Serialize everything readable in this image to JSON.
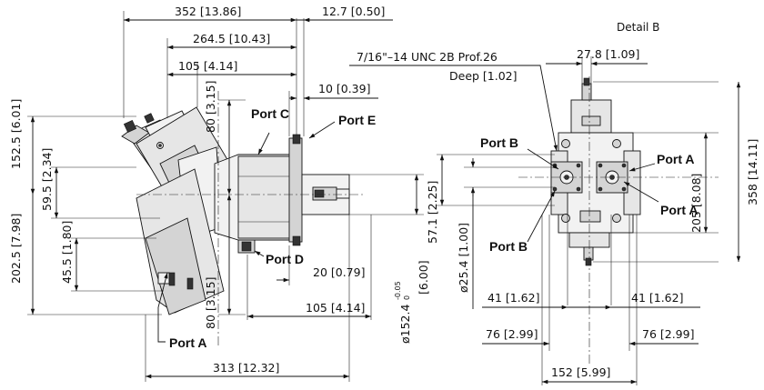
{
  "left_view": {
    "dims": {
      "overall_length": "352 [13.86]",
      "shaft_flange": "12.7 [0.50]",
      "length_to_flange": "264.5 [10.43]",
      "port_c_offset": "105 [4.14]",
      "flange_thickness": "10 [0.39]",
      "upper_80": "80 [3.15]",
      "height_upper": "152.5 [6.01]",
      "height_total": "202.5 [7.98]",
      "offset_59": "59.5 [2.34]",
      "offset_45": "45.5 [1.80]",
      "lower_80": "80 [3.15]",
      "port_d_20": "20 [0.79]",
      "port_d_105": "105 [4.14]",
      "bottom_313": "313 [12.32]",
      "pilot_diameter": "ø152.4",
      "pilot_tol_upper": "-0.05",
      "pilot_tol_lower": "0",
      "pilot_inch": "[6.00]"
    },
    "ports": {
      "c": "Port C",
      "e": "Port E",
      "d": "Port D",
      "a": "Port A"
    }
  },
  "right_view": {
    "title": "Detail B",
    "dims": {
      "thread_line1": "7/16\"–14 UNC 2B Prof.26",
      "thread_line2": "Deep [1.02]",
      "width_top": "27.8 [1.09]",
      "height_205": "205 [8.08]",
      "height_358": "358 [14.11]",
      "shaft_57": "57.1 [2.25]",
      "shaft_diam": "ø25.4 [1.00]",
      "left_41": "41 [1.62]",
      "right_41": "41 [1.62]",
      "left_76": "76 [2.99]",
      "right_76": "76 [2.99]",
      "bottom_152": "152 [5.99]"
    },
    "ports": {
      "b_upper": "Port B",
      "b_lower": "Port B",
      "a_upper": "Port A",
      "a_lower": "Port A"
    }
  }
}
